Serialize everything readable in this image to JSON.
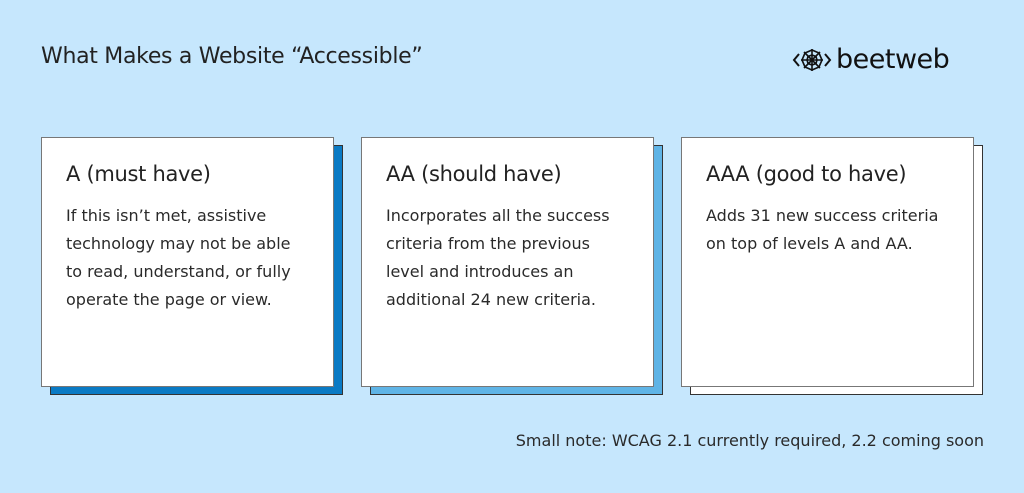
{
  "header": {
    "title": "What Makes a Website “Accessible”",
    "logo": {
      "icon": "spiderweb-code-brackets-icon",
      "left": "<",
      "web": "✵",
      "right": ">",
      "name": "beetweb"
    }
  },
  "cards": [
    {
      "title": "A (must have)",
      "body": "If this isn’t met, assistive technology may not be able to read, understand, or fully operate the page or view.",
      "shadow_color": "#0a7ac4"
    },
    {
      "title": "AA (should have)",
      "body": "Incorporates all the success criteria from the previous level and introduces an additional 24 new criteria.",
      "shadow_color": "#5fb4e6"
    },
    {
      "title": "AAA (good to have)",
      "body": "Adds 31 new success criteria on top of levels A and AA.",
      "shadow_color": "#ffffff"
    }
  ],
  "note": "Small note: WCAG 2.1 currently required, 2.2 coming soon",
  "colors": {
    "background": "#c6e7fd",
    "card": "#ffffff",
    "text": "#222222"
  }
}
